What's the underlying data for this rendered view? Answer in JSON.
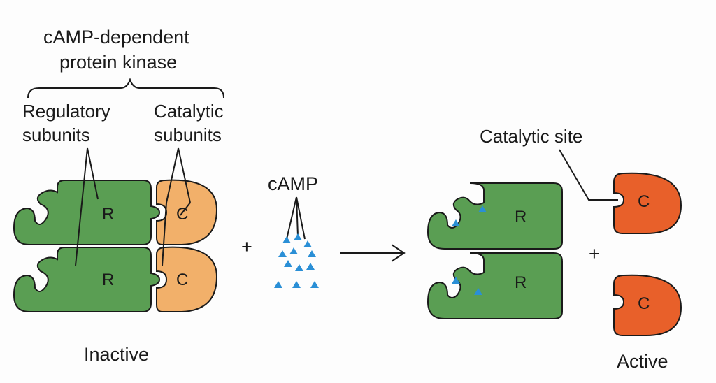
{
  "title_line1": "cAMP-dependent",
  "title_line2": "protein kinase",
  "regulatory_line1": "Regulatory",
  "regulatory_line2": "subunits",
  "catalytic_line1": "Catalytic",
  "catalytic_line2": "subunits",
  "camp_label": "cAMP",
  "catalytic_site_label": "Catalytic site",
  "inactive_label": "Inactive",
  "active_label": "Active",
  "plus_symbol": "+",
  "regulatory_letter": "R",
  "catalytic_letter": "C",
  "colors": {
    "regulatory": "#5a9e53",
    "catalytic_inactive": "#f2b06a",
    "catalytic_active": "#e8602a",
    "camp": "#2a8fd6"
  }
}
